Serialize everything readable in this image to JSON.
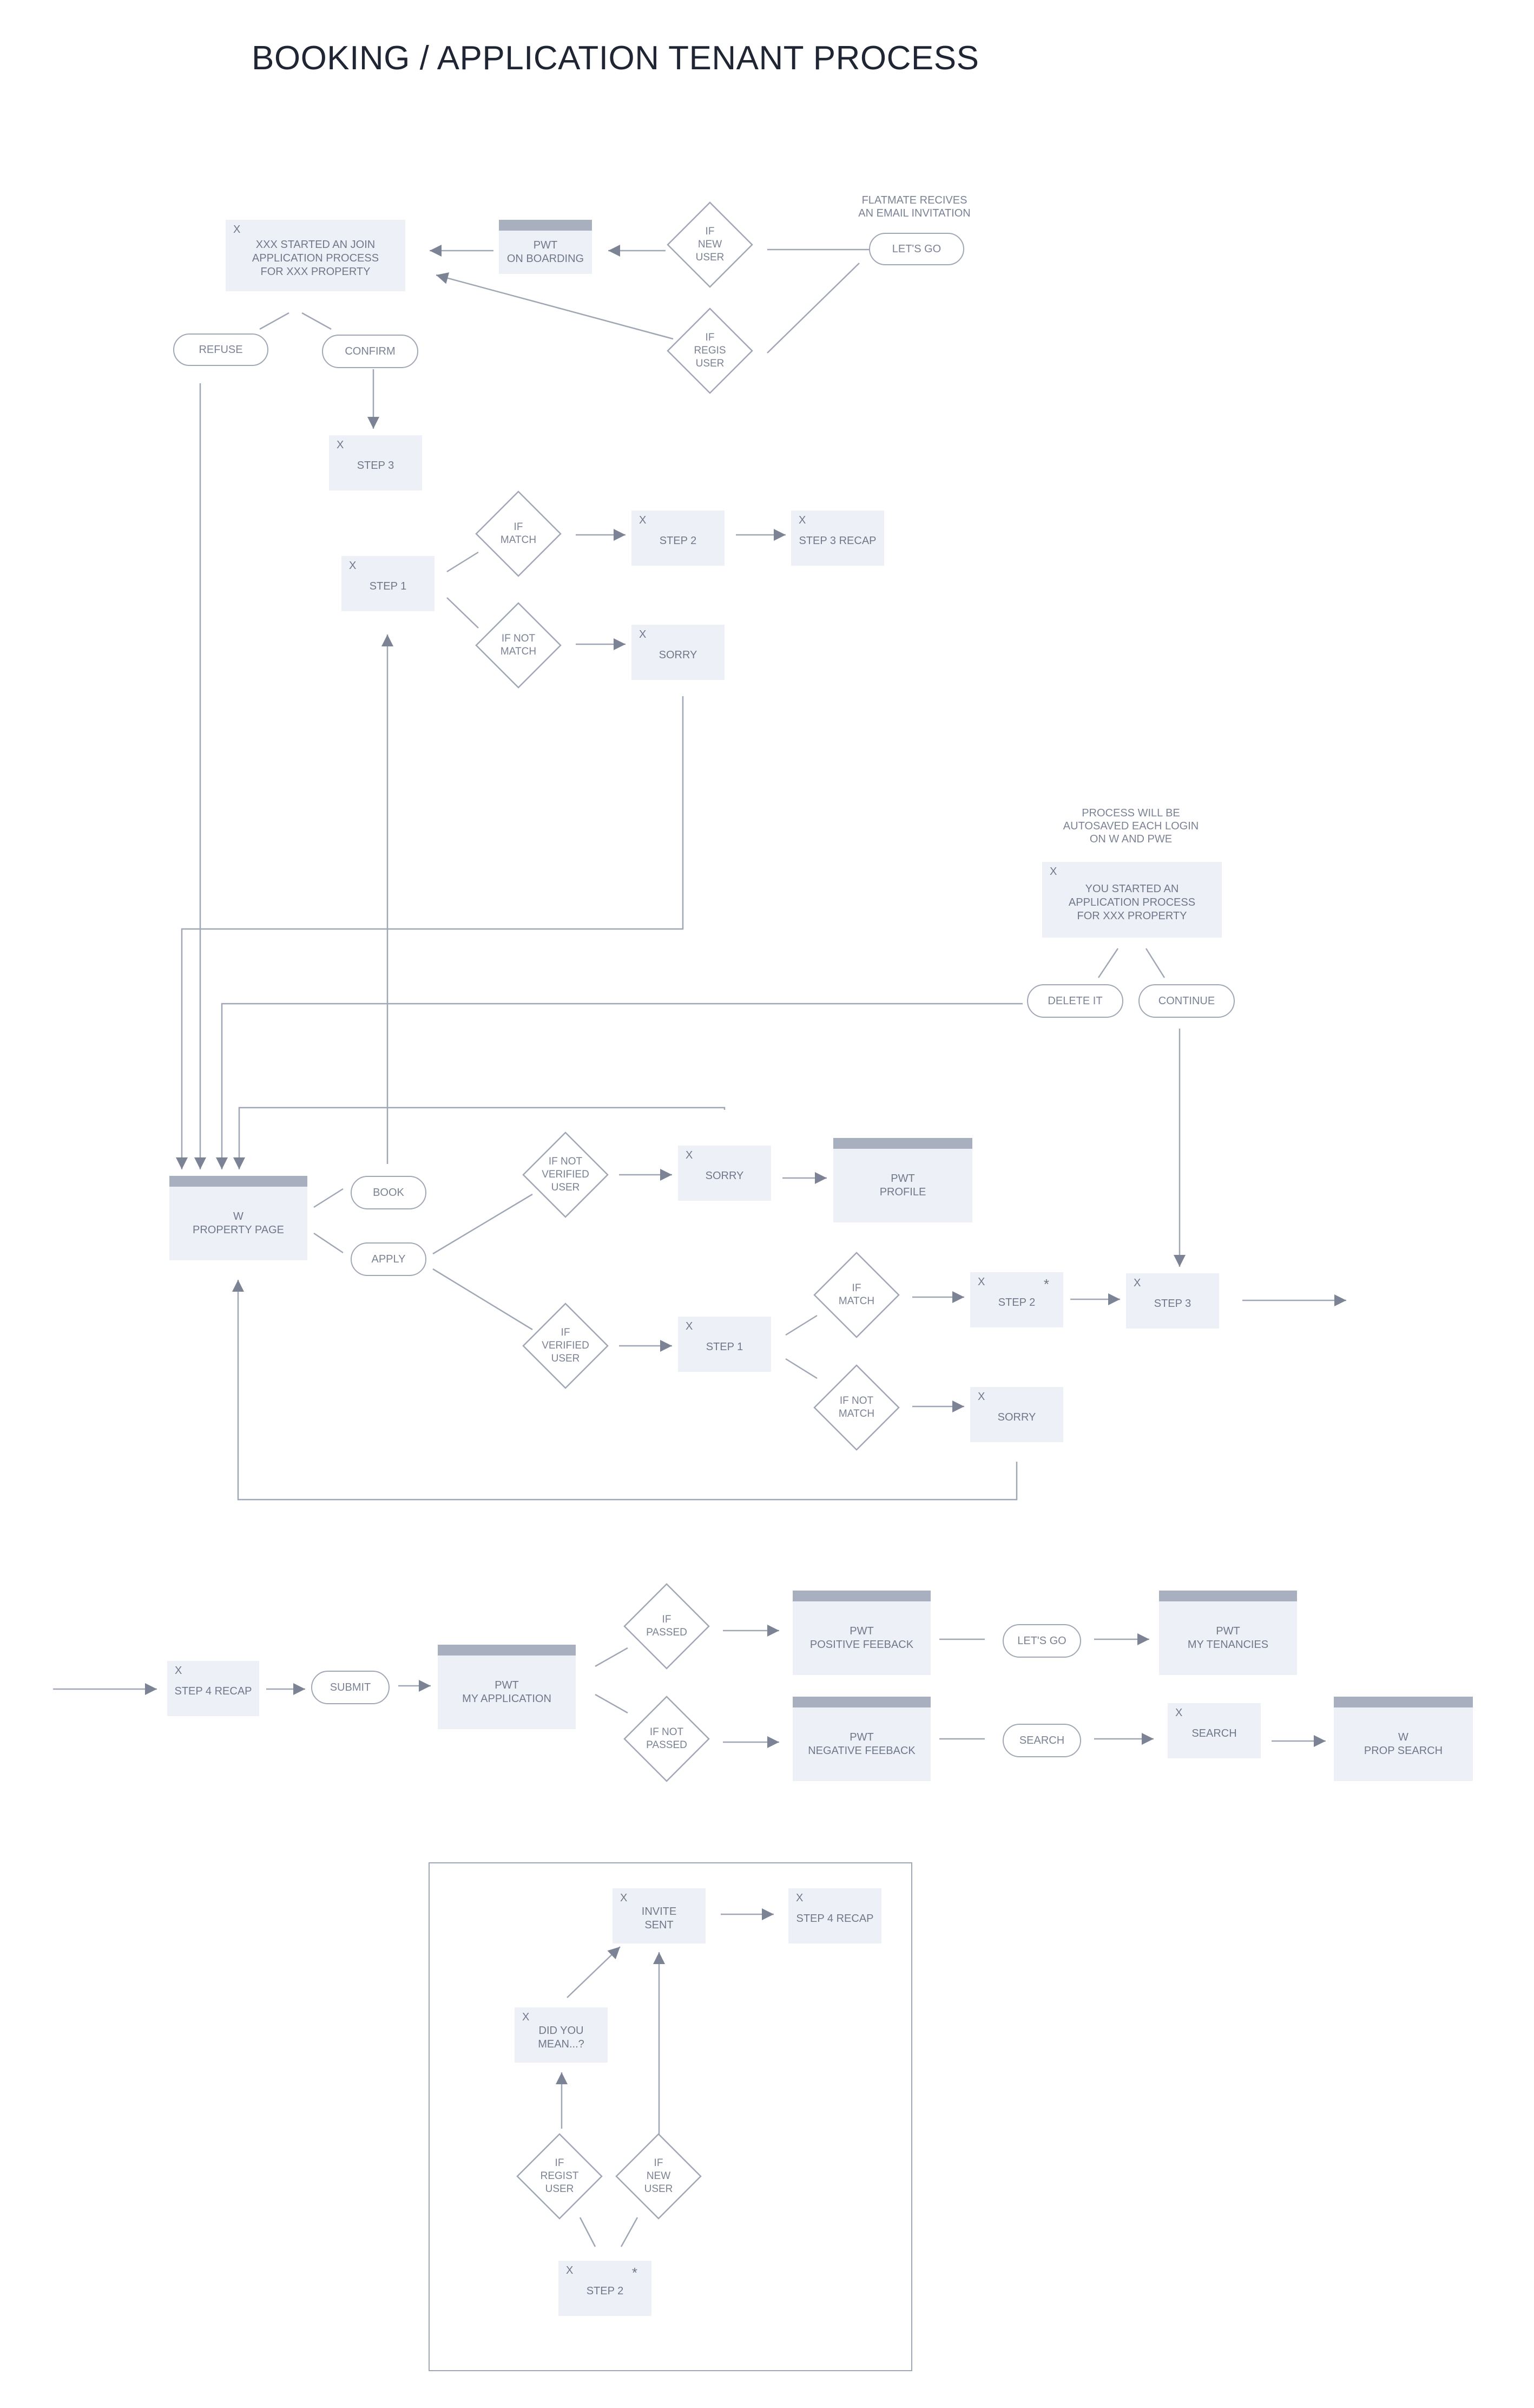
{
  "title": "BOOKING /  APPLICATION TENANT PROCESS",
  "notes": {
    "flatmate_invite": "FLATMATE  RECIVES\nAN EMAIL INVITATION",
    "autosave": "PROCESS WILL BE\nAUTOSAVED EACH LOGIN\nON W AND PWE"
  },
  "boxes": {
    "join_started": "XXX STARTED AN JOIN\nAPPLICATION PROCESS\nFOR XXX PROPERTY",
    "pwt_onboarding": "PWT\nON BOARDING",
    "step3_a": "STEP 3",
    "step1_a": "STEP 1",
    "step2_a": "STEP 2",
    "step3_recap": "STEP 3 RECAP",
    "sorry_a": "SORRY",
    "you_started": "YOU STARTED AN\nAPPLICATION PROCESS\nFOR XXX PROPERTY",
    "property_page": "W\nPROPERTY PAGE",
    "sorry_b": "SORRY",
    "pwt_profile": "PWT\nPROFILE",
    "step1_b": "STEP 1",
    "step2_b": "STEP 2",
    "step3_b": "STEP 3",
    "sorry_c": "SORRY",
    "step4_recap_a": "STEP 4 RECAP",
    "pwt_my_application": "PWT\nMY APPLICATION",
    "pwt_positive": "PWT\nPOSITIVE FEEBACK",
    "pwt_tenancies": "PWT\nMY TENANCIES",
    "pwt_negative": "PWT\nNEGATIVE FEEBACK",
    "search": "SEARCH",
    "prop_search": "W\nPROP SEARCH",
    "invite_sent": "INVITE\nSENT",
    "step4_recap_b": "STEP 4 RECAP",
    "did_you_mean": "DID YOU\nMEAN...?",
    "step2_c": "STEP 2"
  },
  "box_x_mark": "X",
  "box_asterisk": "*",
  "pills": {
    "lets_go_a": "LET'S GO",
    "refuse": "REFUSE",
    "confirm": "CONFIRM",
    "delete_it": "DELETE IT",
    "continue": "CONTINUE",
    "book": "BOOK",
    "apply": "APPLY",
    "submit": "SUBMIT",
    "lets_go_b": "LET'S GO",
    "search": "SEARCH"
  },
  "decisions": {
    "if_new_user_a": "IF\nNEW\nUSER",
    "if_regis_user": "IF\nREGIS\nUSER",
    "if_match_a": "IF\nMATCH",
    "if_not_match_a": "IF NOT\nMATCH",
    "if_not_verified": "IF NOT\nVERIFIED\nUSER",
    "if_verified": "IF\nVERIFIED\nUSER",
    "if_match_b": "IF\nMATCH",
    "if_not_match_b": "IF NOT\nMATCH",
    "if_passed": "IF\nPASSED",
    "if_not_passed": "IF NOT\nPASSED",
    "if_regist_user": "IF\nREGIST\nUSER",
    "if_new_user_b": "IF\nNEW\nUSER"
  },
  "colors": {
    "box_fill": "#eef0f7",
    "box_header": "#a8b0bf",
    "line": "#a0a7b4",
    "arrow": "#7b8394",
    "text": "#6f7789",
    "title": "#1f2533"
  }
}
